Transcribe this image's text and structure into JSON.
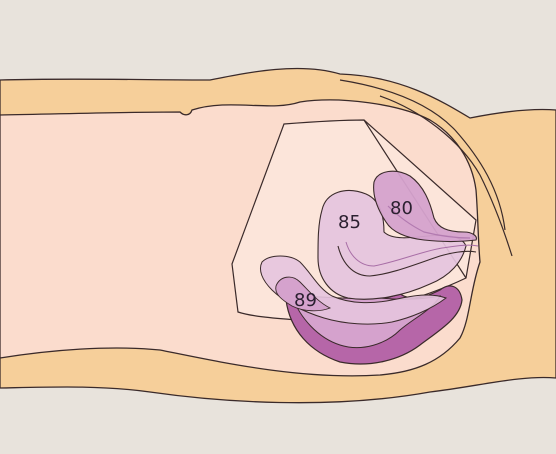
{
  "diagram": {
    "labels": {
      "uterus": "80",
      "bladder": "85",
      "rectum": "89"
    },
    "colors": {
      "background": "#e8e3dc",
      "body_outer": "#f6cf9a",
      "body_inner": "#fbdccd",
      "probe_fan": "#fbe6dc",
      "organ_light": "#e5c4de",
      "organ_mid": "#d5a2cd",
      "organ_dark": "#b666a8",
      "outline": "#3a2a2a"
    }
  }
}
